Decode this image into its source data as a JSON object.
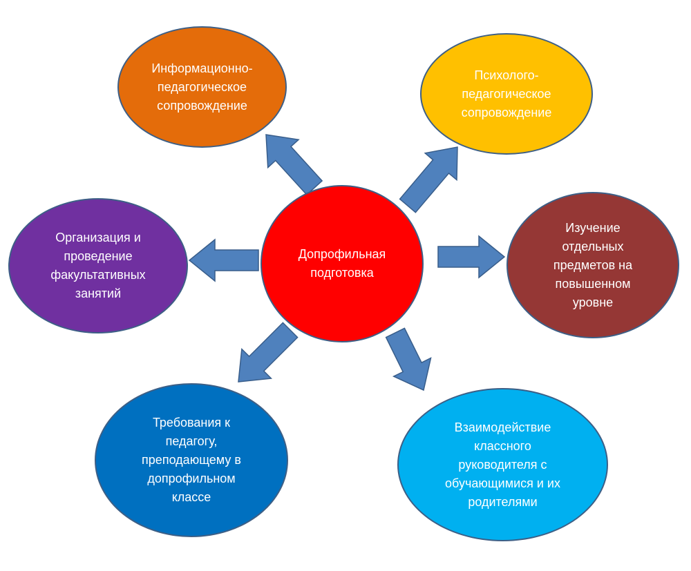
{
  "diagram": {
    "center": {
      "label": "Допрофильная\nподготовка",
      "color": "#ff0000"
    },
    "nodes": [
      {
        "id": "info",
        "label": "Информационно-\nпедагогическое\nсопровождение",
        "color": "#e46c0a"
      },
      {
        "id": "psy",
        "label": "Психолого-\nпедагогическое\nсопровождение",
        "color": "#ffc000"
      },
      {
        "id": "fac",
        "label": "Организация и\nпроведение\nфакультативных\nзанятий",
        "color": "#7030a0"
      },
      {
        "id": "adv",
        "label": "Изучение\nотдельных\nпредметов на\nповышенном\nуровне",
        "color": "#953735"
      },
      {
        "id": "req",
        "label": "Требования к\nпедагогу,\nпреподающему в\nдопрофильном\nклассе",
        "color": "#0070c0"
      },
      {
        "id": "inter",
        "label": "Взаимодействие\nклассного\nруководителя с\nобучающимися и их\nродителями",
        "color": "#00b0f0"
      }
    ],
    "arrow_color": "#4f81bd",
    "arrow_border": "#385d8a"
  }
}
